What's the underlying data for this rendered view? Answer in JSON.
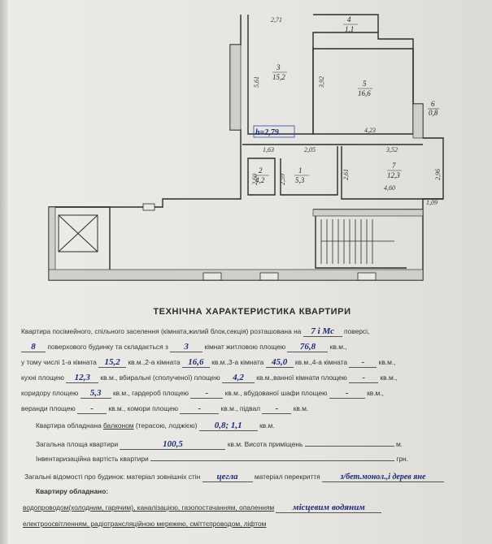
{
  "plan": {
    "dimensions": {
      "top_2_71": "2,71",
      "v_5_61": "5,61",
      "v_3_92": "3,92",
      "h_4_23": "4,23",
      "h_1_63": "1,63",
      "h_2_05": "2,05",
      "h_3_52": "3,52",
      "v_2_60": "2,60",
      "v_2_59": "2,59",
      "v_2_61": "2,61",
      "v_2_96": "2,96",
      "h_4_60": "4,60",
      "h_1_09": "1,09"
    },
    "rooms": [
      {
        "num": "3",
        "area": "15,2"
      },
      {
        "num": "4",
        "area": "1,1"
      },
      {
        "num": "5",
        "area": "16,6"
      },
      {
        "num": "6",
        "area": "0,8"
      },
      {
        "num": "2",
        "area": "4,2"
      },
      {
        "num": "1",
        "area": "5,3"
      },
      {
        "num": "7",
        "area": "12,3"
      }
    ],
    "height_note": "h=2,79"
  },
  "title": "ТЕХНІЧНА ХАРАКТЕРИСТИКА КВАРТИРИ",
  "form": {
    "l1_text": "Квартира посімейного, спільного заселення (кімната,жилий блок,секція) розташована на",
    "l1_floor": "7 і Мс",
    "l1_end": "поверсі,",
    "l2_storeys": "8",
    "l2_text": "поверхового будинку та складається з",
    "l2_rooms": "3",
    "l2_text2": "кімнат житловою площею",
    "l2_area": "76,8",
    "l2_end": "кв.м.,",
    "l3_a": "у тому числі 1-а кімната",
    "l3_r1": "15,2",
    "l3_b": "кв.м.,2-а кімната",
    "l3_r2": "16,6",
    "l3_c": "кв.м.,3-а кімната",
    "l3_r3": "45,0",
    "l3_d": "кв.м.,4-а кімната",
    "l3_r4": "-",
    "l3_end": "кв.м.,",
    "l4_a": "кухні площею",
    "l4_kitchen": "12,3",
    "l4_b": "кв.м., вбиральні (сполученої) площею",
    "l4_wc": "4,2",
    "l4_c": "кв.м.,ванної кімнати площею",
    "l4_bath": "-",
    "l4_end": "кв.м.,",
    "l5_a": "коридору площею",
    "l5_corr": "5,3",
    "l5_b": "кв.м., гардероб площею",
    "l5_ward": "-",
    "l5_c": "кв.м., вбудованої шафи площею",
    "l5_closet": "-",
    "l5_end": "кв.м.,",
    "l6_a": "веранди площею",
    "l6_ver": "-",
    "l6_b": "кв.м., комори площею",
    "l6_pantry": "-",
    "l6_c": "кв.м., підвал",
    "l6_base": "-",
    "l6_end": "кв.м.",
    "l7_a": "Квартира обладнана",
    "l7_balc": "балконом",
    "l7_b": "(терасою, лоджією)",
    "l7_val": "0,8; 1,1",
    "l7_end": "кв.м.",
    "l8_a": "Загальна площа квартири",
    "l8_total": "100,5",
    "l8_b": "кв.м. Висота приміщень",
    "l8_end": "м.",
    "l9_a": "Інвентаризаційна вартість квартири",
    "l9_end": "грн.",
    "l10_a": "Загальні відомості про будинок: матеріал зовнішніх стін",
    "l10_walls": "цегла",
    "l10_b": "матеріал перекриття",
    "l10_floor": "з/бет.монол.,і дерев яне",
    "l11": "Квартиру обладнано:",
    "l12_a": "водопроводом(холодним, гарячим), каналізацією, газопостачанням, опаленням",
    "l12_heat": "місцевим водяним",
    "l13": "електроосвітленням, радіотрансляційною мережею, сміттєпроводом, ліфтом"
  }
}
